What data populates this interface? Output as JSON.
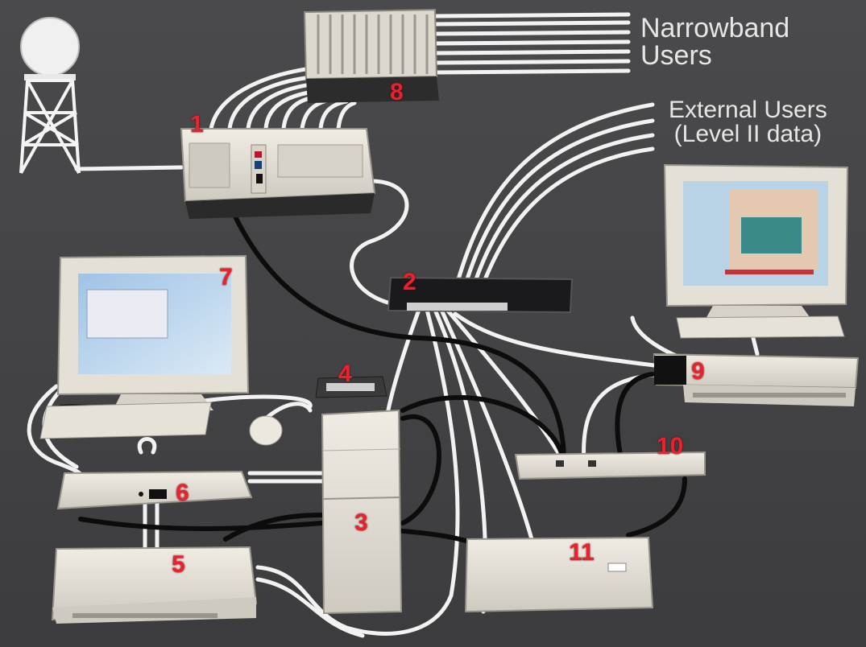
{
  "captions": {
    "narrowband_line1": "Narrowband",
    "narrowband_line2": "Users",
    "external_line1": "External Users",
    "external_line2": "(Level II data)"
  },
  "components": [
    {
      "id": "1",
      "label": "1"
    },
    {
      "id": "2",
      "label": "2"
    },
    {
      "id": "3",
      "label": "3"
    },
    {
      "id": "4",
      "label": "4"
    },
    {
      "id": "5",
      "label": "5"
    },
    {
      "id": "6",
      "label": "6"
    },
    {
      "id": "7",
      "label": "7"
    },
    {
      "id": "8",
      "label": "8"
    },
    {
      "id": "9",
      "label": "9"
    },
    {
      "id": "10",
      "label": "10"
    },
    {
      "id": "11",
      "label": "11"
    }
  ],
  "colors": {
    "background": "#454547",
    "label": "#e8232f",
    "caption": "#e6e6e6",
    "equipment": "#e2ddd2",
    "cable_white": "#f2f2f2",
    "cable_black": "#0c0c0c"
  }
}
